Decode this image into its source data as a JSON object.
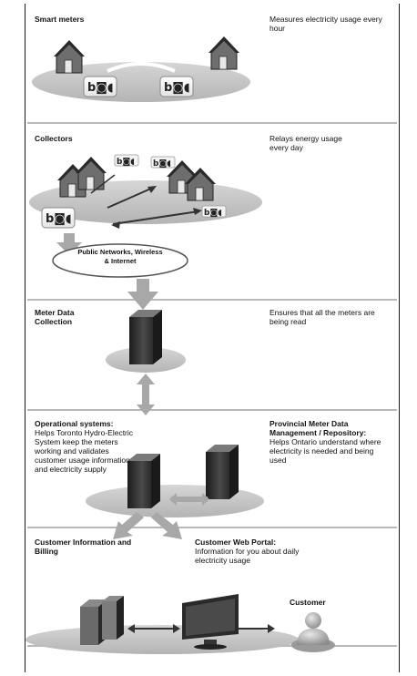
{
  "sections": {
    "smart_meters": {
      "title": "Smart meters",
      "description": "Measures electricity usage every hour"
    },
    "collectors": {
      "title": "Collectors",
      "description": "Relays energy usage every day",
      "network_label": "Public Networks, Wireless  & Internet"
    },
    "meter_data_collection": {
      "title": "Meter Data Collection",
      "description": "Ensures that all the meters are being read"
    },
    "operational_systems": {
      "title": "Operational systems:",
      "description": "Helps Toronto Hydro-Electric System keep the meters working and validates customer usage information and electricity supply"
    },
    "provincial_repository": {
      "title": "Provincial Meter Data Management / Repository:",
      "description": "Helps Ontario understand where electricity is needed and being used"
    },
    "customer_billing": {
      "title": "Customer Information and Billing"
    },
    "customer_web_portal": {
      "title": "Customer Web Portal:",
      "description": "Information for you about daily electricity usage"
    },
    "customer": {
      "title": "Customer"
    }
  },
  "colors": {
    "platform": "#c7c7c7",
    "arrow": "#a8a8a8",
    "server_dark": "#3a3a3a",
    "divider": "#b8b8b8"
  }
}
